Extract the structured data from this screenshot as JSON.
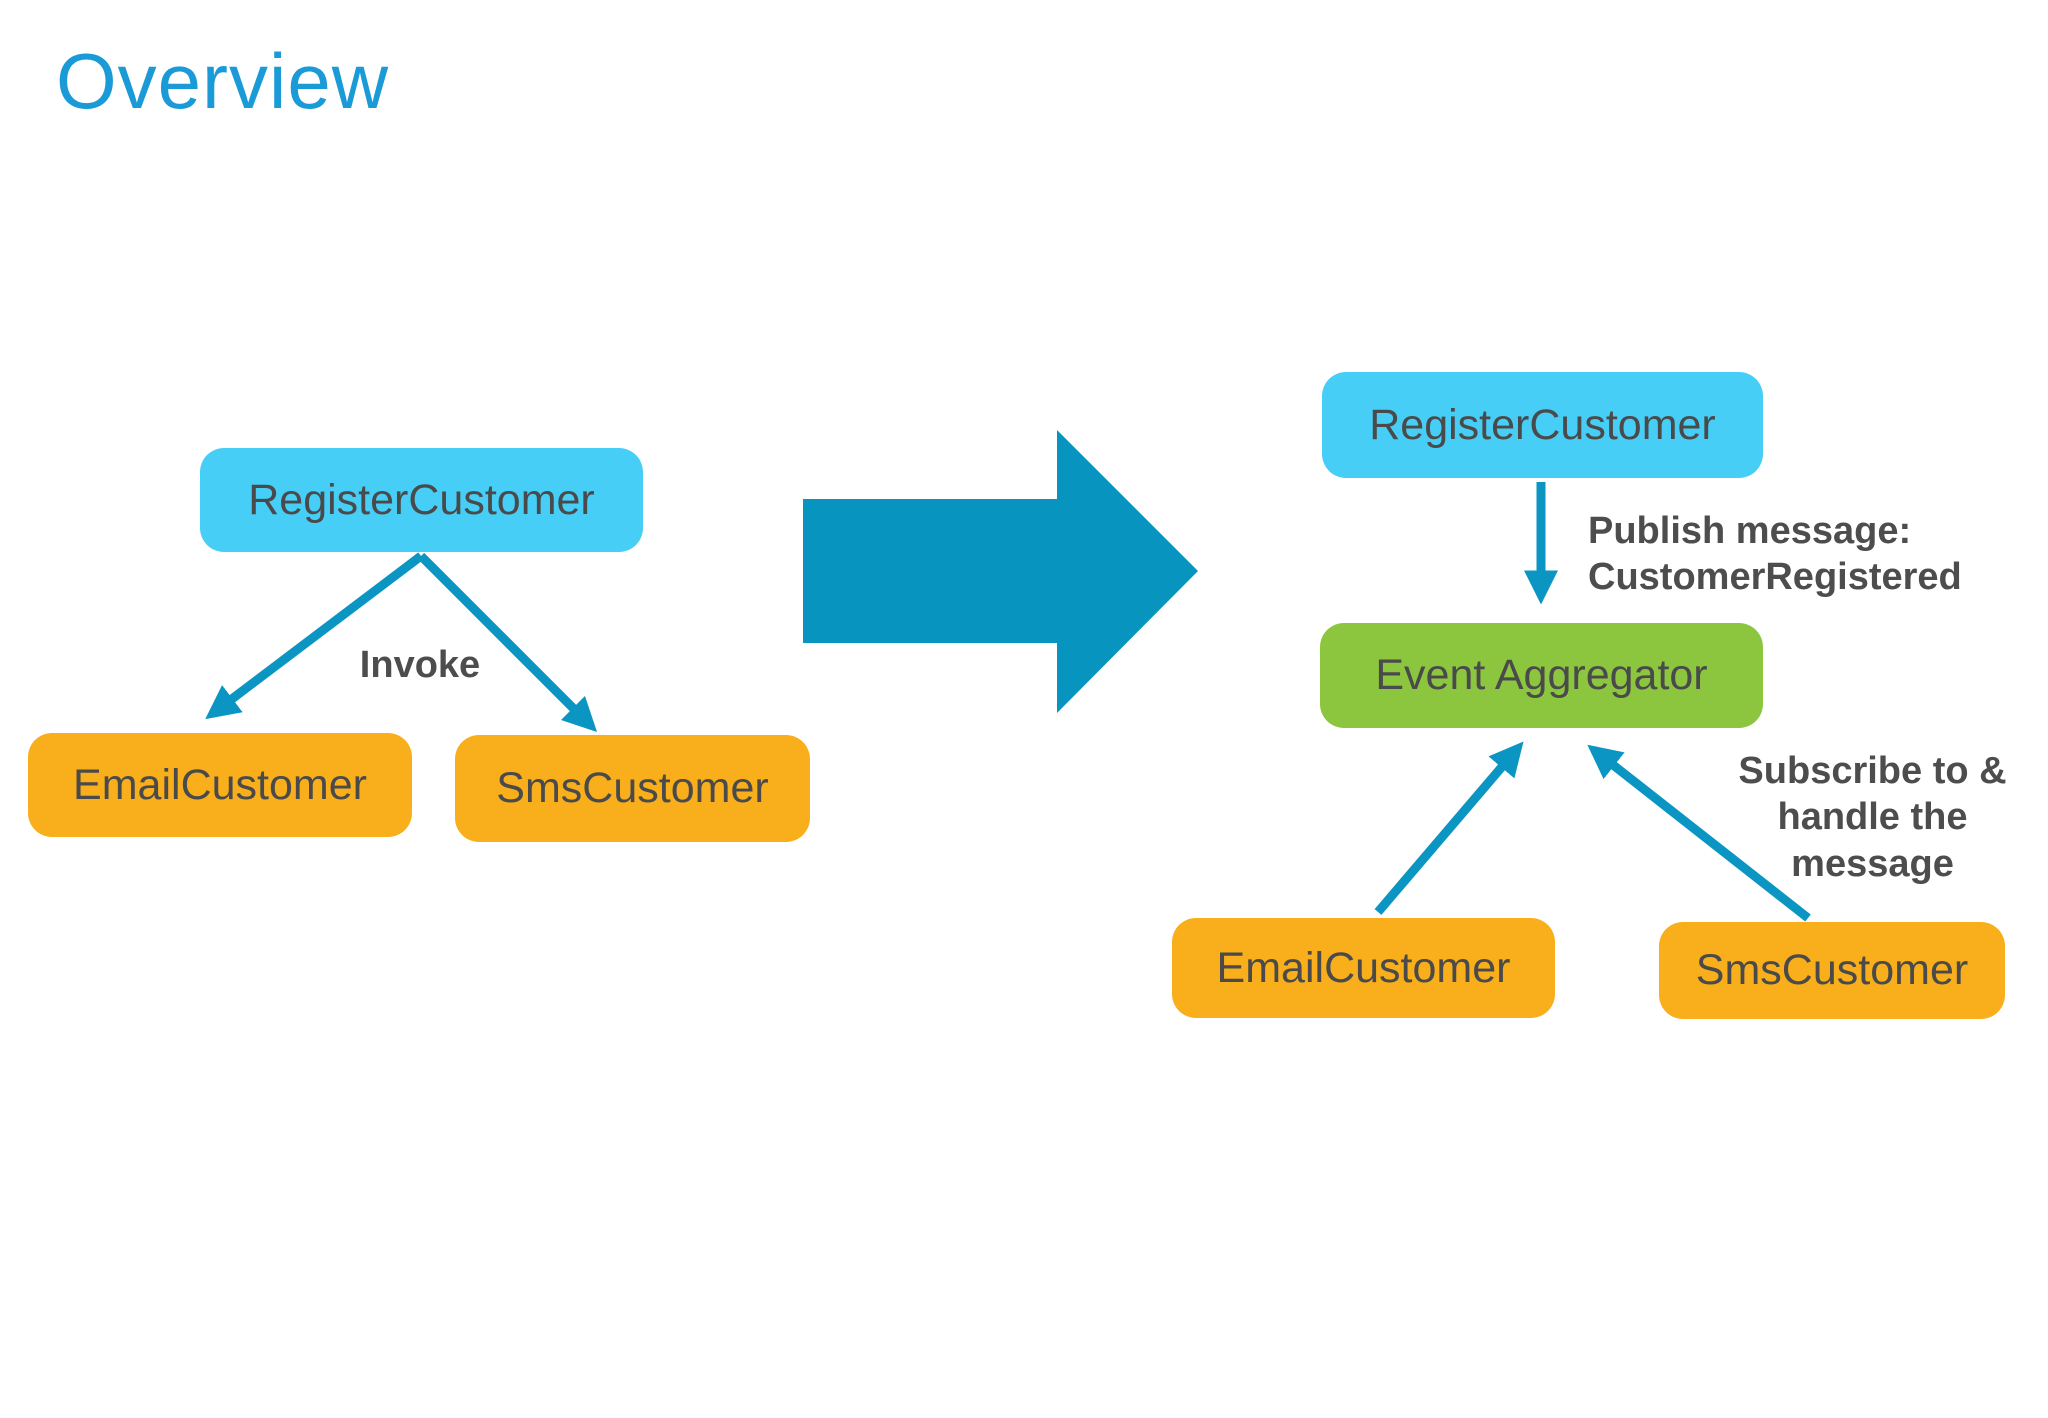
{
  "title": "Overview",
  "colors": {
    "title_text": "#1A9BD7",
    "box_blue": "#47CEF7",
    "box_green": "#8CC63F",
    "box_orange": "#F9AE1B",
    "arrow_stroke": "#0B95C2",
    "big_arrow_fill": "#0795BF",
    "label_text": "#4D4D4D",
    "box_text": "#4A4A4A",
    "background": "#FFFFFF"
  },
  "left_diagram": {
    "register_label": "RegisterCustomer",
    "invoke_label": "Invoke",
    "email_label": "EmailCustomer",
    "sms_label": "SmsCustomer"
  },
  "right_diagram": {
    "register_label": "RegisterCustomer",
    "publish_label_line1": "Publish message:",
    "publish_label_line2": "CustomerRegistered",
    "event_aggregator_label": "Event Aggregator",
    "subscribe_label_line1": "Subscribe to &",
    "subscribe_label_line2": "handle the",
    "subscribe_label_line3": "message",
    "email_label": "EmailCustomer",
    "sms_label": "SmsCustomer"
  }
}
